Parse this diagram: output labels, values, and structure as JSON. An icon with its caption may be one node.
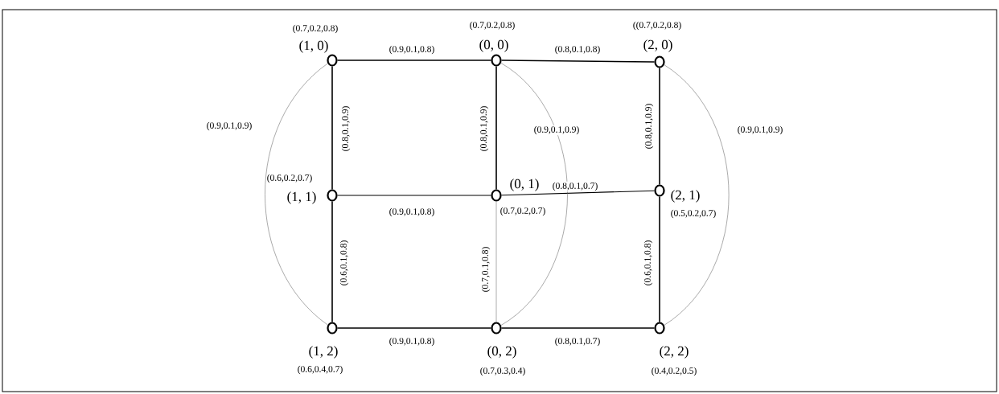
{
  "diagram": {
    "nodes": [
      {
        "text": [],
        "shape": "circle",
        "beside": [
          "(0.7,0.2,0.8)",
          "(1, 0)"
        ]
      },
      {
        "text": [],
        "shape": "circle",
        "beside": [
          "(0.7,0.2,0.8)",
          "(0, 0)"
        ]
      },
      {
        "text": [],
        "shape": "circle",
        "beside": [
          "((0.7,0.2,0.8)",
          "(2, 0)"
        ]
      },
      {
        "text": [],
        "shape": "circle",
        "beside": [
          "(0.6,0.2,0.7)",
          "(1, 1)"
        ]
      },
      {
        "text": [],
        "shape": "circle",
        "beside": [
          "(0, 1)",
          "(0.7,0.2,0.7)"
        ]
      },
      {
        "text": [],
        "shape": "circle",
        "beside": [
          "(2, 1)",
          "(0.5,0.2,0.7)"
        ]
      },
      {
        "text": [],
        "shape": "circle",
        "beside": [
          "(1, 2)",
          "(0.6,0.4,0.7)"
        ]
      },
      {
        "text": [],
        "shape": "circle",
        "beside": [
          "(0, 2)",
          "(0.7,0.3,0.4)"
        ]
      },
      {
        "text": [],
        "shape": "circle",
        "beside": [
          "(2, 2)",
          "(0.4,0.2,0.5)"
        ]
      }
    ],
    "edges": [
      {
        "from": 0,
        "to": 1,
        "arrow": "none",
        "label": "(0.9,0.1,0.8)"
      },
      {
        "from": 1,
        "to": 2,
        "arrow": "none",
        "label": "(0.8,0.1,0.8)"
      },
      {
        "from": 0,
        "to": 3,
        "arrow": "none",
        "label": "(0.8,0.1,0.9)"
      },
      {
        "from": 1,
        "to": 4,
        "arrow": "none",
        "label": "(0.8,0.1,0.9)"
      },
      {
        "from": 2,
        "to": 5,
        "arrow": "none",
        "label": "(0.8,0.1,0.9)"
      },
      {
        "from": 3,
        "to": 4,
        "arrow": "none",
        "label": "(0.9,0.1,0.8)"
      },
      {
        "from": 4,
        "to": 5,
        "arrow": "none",
        "label": "(0.8,0.1,0.7)"
      },
      {
        "from": 3,
        "to": 6,
        "arrow": "none",
        "label": "(0.6,0.1,0.8)"
      },
      {
        "from": 4,
        "to": 7,
        "arrow": "none",
        "label": "(0.7,0.1,0.8)",
        "color": "#777777"
      },
      {
        "from": 5,
        "to": 8,
        "arrow": "none",
        "label": "(0.6,0.1,0.8)"
      },
      {
        "from": 6,
        "to": 7,
        "arrow": "none",
        "label": "(0.9,0.1,0.8)"
      },
      {
        "from": 7,
        "to": 8,
        "arrow": "none",
        "label": "(0.8,0.1,0.7)"
      },
      {
        "from": 0,
        "to": 6,
        "arrow": "none",
        "label": "(0.9,0.1,0.9)",
        "color": "#555555"
      },
      {
        "from": 1,
        "to": 7,
        "arrow": "none",
        "label": "(0.9,0.1,0.9)",
        "color": "#555555"
      },
      {
        "from": 2,
        "to": 8,
        "arrow": "none",
        "label": "(0.9,0.1,0.9)",
        "color": "#555555"
      }
    ]
  }
}
